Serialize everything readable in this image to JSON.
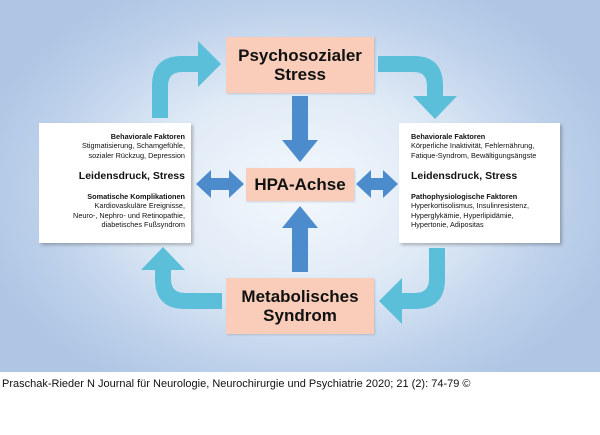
{
  "diagram": {
    "top_box": {
      "line1": "Psychosozialer",
      "line2": "Stress"
    },
    "center_box": {
      "label": "HPA-Achse"
    },
    "bottom_box": {
      "line1": "Metabolisches",
      "line2": "Syndrom"
    },
    "left_box": {
      "heading1": "Behaviorale Faktoren",
      "lines1": [
        "Stigmatisierung, Schamgefühle,",
        "sozialer Rückzug, Depression"
      ],
      "main": "Leidensdruck, Stress",
      "heading2": "Somatische Komplikationen",
      "lines2": [
        "Kardiovaskuläre Ereignisse,",
        "Neuro-, Nephro- und Retinopathie,",
        "diabetisches Fußsyndrom"
      ]
    },
    "right_box": {
      "heading1": "Behaviorale Faktoren",
      "lines1": [
        "Körperliche Inaktivität, Fehlernährung,",
        "Fatique-Syndrom, Bewältigungsängste"
      ],
      "main": "Leidensdruck, Stress",
      "heading2": "Pathophysiologische Faktoren",
      "lines2": [
        "Hyperkortisolismus, Insulinresistenz,",
        "Hyperglykämie, Hyperlipidämie,",
        "Hypertonie, Adipositas"
      ]
    },
    "colors": {
      "center_boxes": "#f9cdb9",
      "cycle_arrows": "#5bbfd9",
      "inner_arrows": "#4d8ccc"
    }
  },
  "caption": "Praschak-Rieder N Journal für Neurologie, Neurochirurgie und Psychiatrie 2020; 21 (2): 74-79 ©"
}
